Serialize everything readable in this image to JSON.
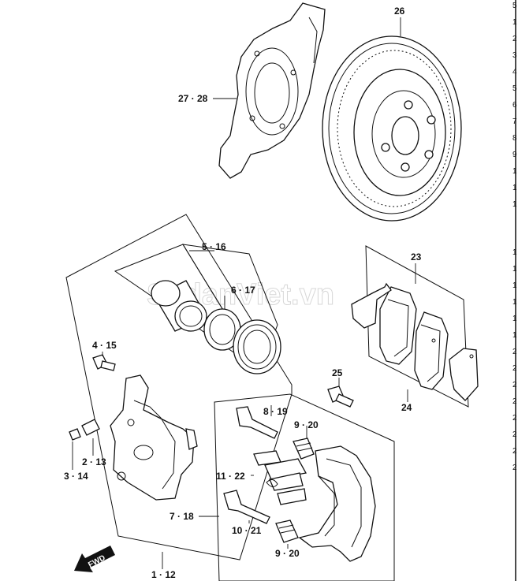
{
  "watermark": "SedanViet.vn",
  "fwd_label": "FWD",
  "labels": {
    "p26": "26",
    "p27_28": "27 · 28",
    "p5_16": "5 · 16",
    "p6_17": "6 · 17",
    "p23": "23",
    "p4_15": "4 · 15",
    "p25": "25",
    "p24": "24",
    "p8_19": "8 · 19",
    "p9_20_top": "9 · 20",
    "p2_13": "2 · 13",
    "p3_14": "3 · 14",
    "p11_22": "11 · 22",
    "p7_18": "7 · 18",
    "p10_21": "10 · 21",
    "p9_20_bottom": "9 · 20",
    "p1_12": "1 · 12"
  },
  "side_index": [
    "5",
    "1",
    "2",
    "3",
    "4",
    "5",
    "6",
    "7",
    "8",
    "9",
    "1",
    "1",
    "1",
    "1",
    "1",
    "1",
    "1",
    "1",
    "1",
    "2",
    "2",
    "2",
    "2",
    "2",
    "2",
    "2",
    "2"
  ]
}
